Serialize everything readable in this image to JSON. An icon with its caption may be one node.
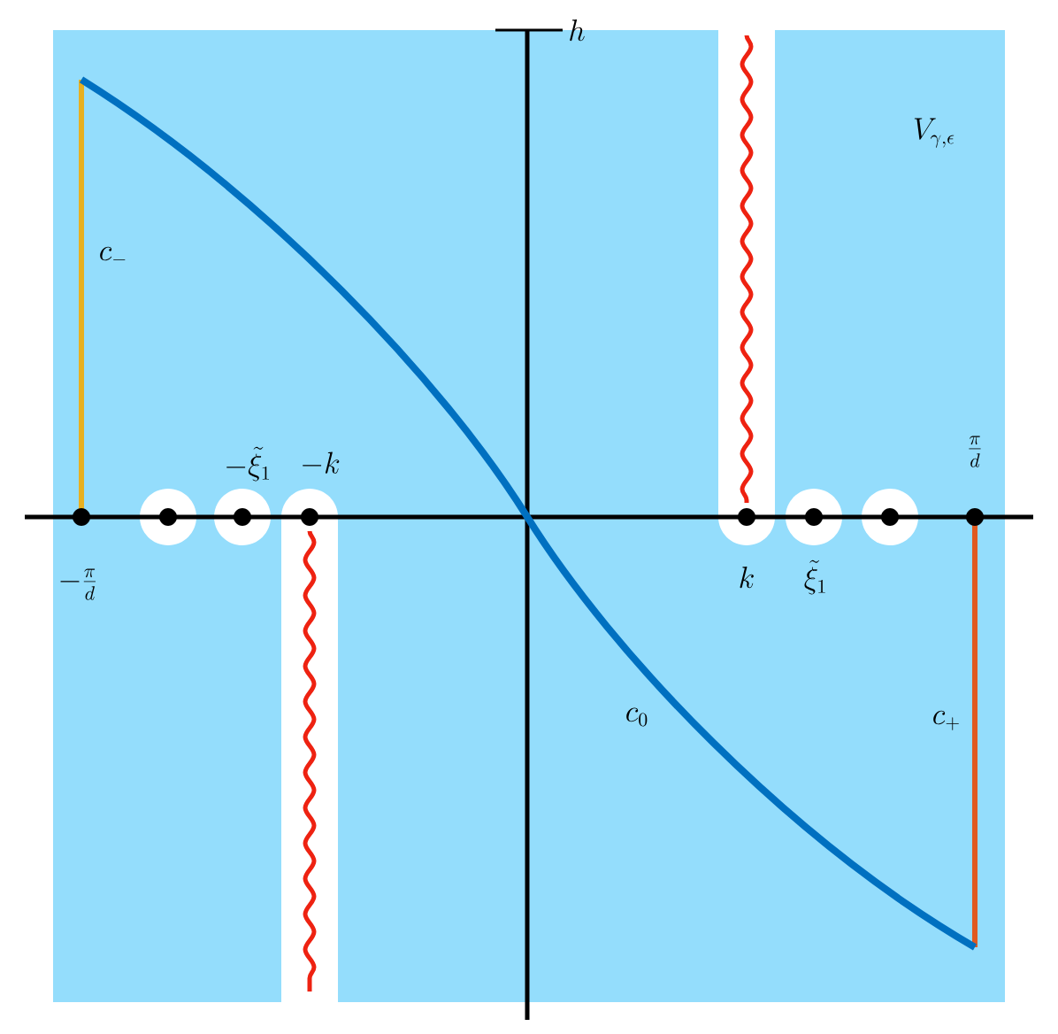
{
  "diagram": {
    "labels": [
      "h",
      "V_{\\gamma,\\epsilon}",
      "c_-",
      "-\\tilde{\\xi}_1",
      "-k",
      "\\frac{\\pi}{d}",
      "-\\frac{\\pi}{d}",
      "k",
      "\\tilde{\\xi}_1",
      "c_0",
      "c_+"
    ]
  }
}
